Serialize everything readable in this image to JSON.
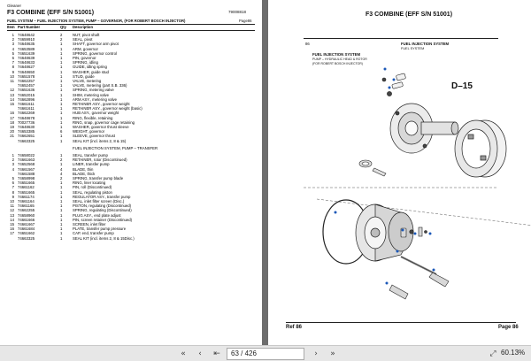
{
  "left_page": {
    "company": "Gleaner",
    "title": "F3 COMBINE (EFF S/N 51001)",
    "doc_code": "79008818",
    "section": "FUEL SYSTEM – FUEL INJECTION SYSTEM, PUMP – GOVERNOR, (FOR ROBERT BOSCH INJECTOR)",
    "page_label": "Page86",
    "columns": {
      "item": "Item",
      "part": "Part Number",
      "qty": "Qty",
      "desc": "Description"
    },
    "rows1": [
      {
        "item": "1",
        "part": "74648642",
        "qty": "2",
        "desc": "NUT, pivot shaft"
      },
      {
        "item": "2",
        "part": "74659910",
        "qty": "2",
        "desc": "SEAL, pivot"
      },
      {
        "item": "3",
        "part": "74648635",
        "qty": "1",
        "desc": "SHAFT, governor arm pivot"
      },
      {
        "item": "4",
        "part": "74653589",
        "qty": "1",
        "desc": "ARM, governor"
      },
      {
        "item": "5",
        "part": "74651639",
        "qty": "1",
        "desc": "SPRING, governor control"
      },
      {
        "item": "6",
        "part": "74648639",
        "qty": "1",
        "desc": "PIN, governor"
      },
      {
        "item": "7",
        "part": "74648633",
        "qty": "1",
        "desc": "SPRING, idling"
      },
      {
        "item": "8",
        "part": "74648627",
        "qty": "1",
        "desc": "GUIDE, idling spring"
      },
      {
        "item": "9",
        "part": "74648650",
        "qty": "1",
        "desc": "WASHER, guide stud"
      },
      {
        "item": "10",
        "part": "74651578",
        "qty": "1",
        "desc": "STUD, guide"
      },
      {
        "item": "11",
        "part": "74662257",
        "qty": "1",
        "desc": "VALVE, metering"
      },
      {
        "item": "",
        "part": "74652457",
        "qty": "1",
        "desc": "VALVE, metering (part S.B. 336)"
      },
      {
        "item": "12",
        "part": "74651636",
        "qty": "1",
        "desc": "SPRING, metering valve"
      },
      {
        "item": "13",
        "part": "74652015",
        "qty": "1",
        "desc": "SHIM, metering valve"
      },
      {
        "item": "14",
        "part": "74662896",
        "qty": "1",
        "desc": "ARM ASY., metering valve"
      },
      {
        "item": "15",
        "part": "74661611",
        "qty": "1",
        "desc": "RETAINER ASY., governor weight"
      },
      {
        "item": "",
        "part": "74661611",
        "qty": "1",
        "desc": "RETAINER ASY., governor weight (basic)"
      },
      {
        "item": "16",
        "part": "74662269",
        "qty": "1",
        "desc": "HUB ASY., governor weight"
      },
      {
        "item": "17",
        "part": "74648678",
        "qty": "1",
        "desc": "RING, flexible, retaining"
      },
      {
        "item": "18",
        "part": "70027736",
        "qty": "1",
        "desc": "RING, snap, governor cage retaining"
      },
      {
        "item": "19",
        "part": "74648630",
        "qty": "1",
        "desc": "WASHER, governor thrust sleeve"
      },
      {
        "item": "20",
        "part": "74653385",
        "qty": "6",
        "desc": "WEIGHT, governor"
      },
      {
        "item": "21",
        "part": "74662651",
        "qty": "1",
        "desc": "SLEEVE, governor thrust"
      },
      {
        "item": "",
        "part": "74663325",
        "qty": "1",
        "desc": "SEAL KIT (incl. items 2, 8 & 15)"
      }
    ],
    "section2_title": "FUEL INJECTION SYSTEM, PUMP – TRANSFER",
    "rows2": [
      {
        "item": "1",
        "part": "74658022",
        "qty": "1",
        "desc": "SEAL, transfer pump"
      },
      {
        "item": "2",
        "part": "74661663",
        "qty": "2",
        "desc": "RETAINER, rotor (Discontinued)"
      },
      {
        "item": "3",
        "part": "74652568",
        "qty": "1",
        "desc": "LINER, transfer pump"
      },
      {
        "item": "4",
        "part": "74661567",
        "qty": "4",
        "desc": "BLADE, thin"
      },
      {
        "item": "",
        "part": "74661588",
        "qty": "4",
        "desc": "BLADE, thick"
      },
      {
        "item": "5",
        "part": "74658998",
        "qty": "2",
        "desc": "SPRING, transfer pump blade"
      },
      {
        "item": "6",
        "part": "74651665",
        "qty": "1",
        "desc": "RING, liner locating"
      },
      {
        "item": "7",
        "part": "74661162",
        "qty": "1",
        "desc": "PIN, roll (Discontinued)"
      },
      {
        "item": "8",
        "part": "74651665",
        "qty": "1",
        "desc": "SEAL, regulating piston"
      },
      {
        "item": "9",
        "part": "74661174",
        "qty": "1",
        "desc": "REGULATOR ASY., transfer pump"
      },
      {
        "item": "10",
        "part": "74661164",
        "qty": "1",
        "desc": "SEAL, inlet filter screen (Disc.)"
      },
      {
        "item": "11",
        "part": "74661165",
        "qty": "1",
        "desc": "PISTON, regulating (Discontinued)"
      },
      {
        "item": "12",
        "part": "74662255",
        "qty": "1",
        "desc": "SPRING, regulating (Discontinued)"
      },
      {
        "item": "13",
        "part": "74658960",
        "qty": "1",
        "desc": "PLUG ASY., end plate adjust"
      },
      {
        "item": "14",
        "part": "74661666",
        "qty": "1",
        "desc": "PIN, screen retainer (Discontinued)"
      },
      {
        "item": "15",
        "part": "74661667",
        "qty": "1",
        "desc": "SCREEN, inlet filter"
      },
      {
        "item": "16",
        "part": "74661684",
        "qty": "1",
        "desc": "PLATE, transfer pump pressure"
      },
      {
        "item": "17",
        "part": "74651662",
        "qty": "1",
        "desc": "CAP, end, transfer pump"
      },
      {
        "item": "",
        "part": "74663325",
        "qty": "1",
        "desc": "SEAL KIT (incl. items 2, 8 & 15Disc.)"
      }
    ]
  },
  "right_page": {
    "title": "F3 COMBINE (EFF S/N 51001)",
    "number": "86",
    "section": "FUEL INJECTION SYSTEM",
    "subsection": "FUEL SYSTEM",
    "heading": "FUEL INJECTION SYSTEM",
    "sub1": "PUMP – HYDRAULIC HEAD & ROTOR",
    "sub2": "(FOR ROBERT BOSCH INJECTOR)",
    "diagram_id": "D–15",
    "ref_label": "Ref  86",
    "page_label": "Page  86"
  },
  "statusbar": {
    "page_text": "63 / 426",
    "zoom": "60.13%",
    "icons": [
      "double-left-icon",
      "left-icon",
      "right-icon",
      "double-right-icon",
      "fit-page-icon"
    ]
  }
}
